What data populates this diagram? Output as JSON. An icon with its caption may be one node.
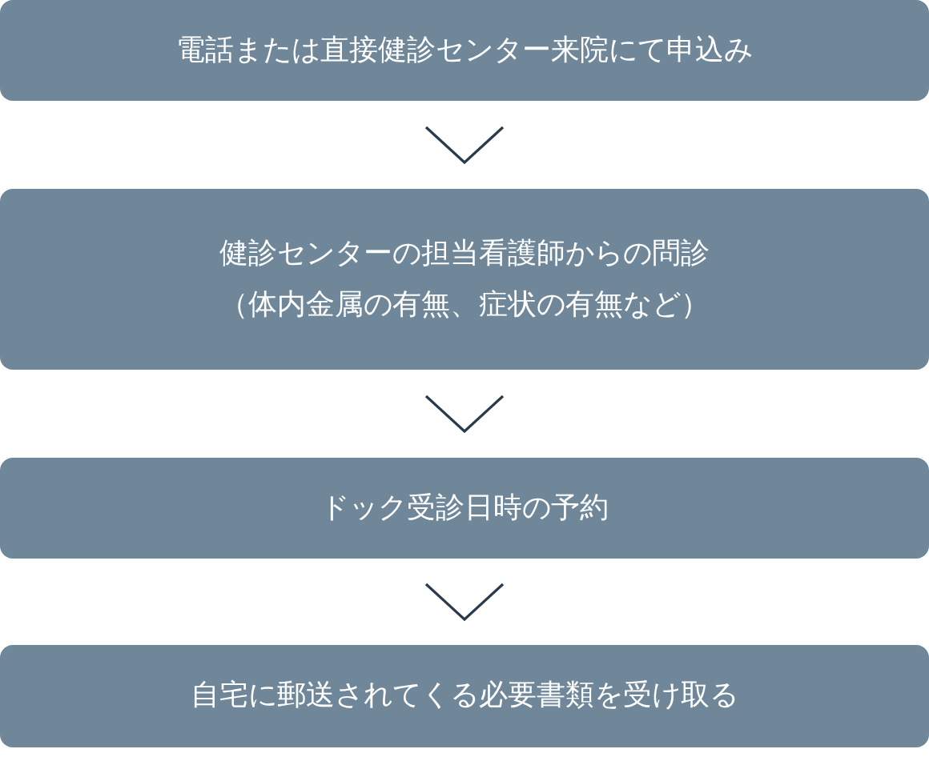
{
  "diagram": {
    "nodes": [
      {
        "text": [
          "電話または直接健診センター来院にて申込み"
        ]
      },
      {
        "text": [
          "健診センターの担当看護師からの問診",
          "（体内金属の有無、症状の有無など）"
        ]
      },
      {
        "text": [
          "ドック受診日時の予約"
        ]
      },
      {
        "text": [
          "自宅に郵送されてくる必要書類を受け取る"
        ]
      }
    ],
    "edges": [
      {
        "from": 0,
        "to": 1,
        "arrow": "to"
      },
      {
        "from": 1,
        "to": 2,
        "arrow": "to"
      },
      {
        "from": 2,
        "to": 3,
        "arrow": "to"
      }
    ]
  }
}
